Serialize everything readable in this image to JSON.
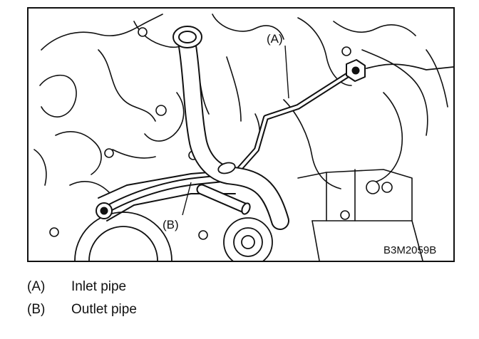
{
  "figure": {
    "callouts": [
      {
        "id": "A",
        "label": "(A)"
      },
      {
        "id": "B",
        "label": "(B)"
      }
    ],
    "code": "B3M2059B"
  },
  "legend": [
    {
      "key": "(A)",
      "text": "Inlet pipe"
    },
    {
      "key": "(B)",
      "text": "Outlet pipe"
    }
  ]
}
